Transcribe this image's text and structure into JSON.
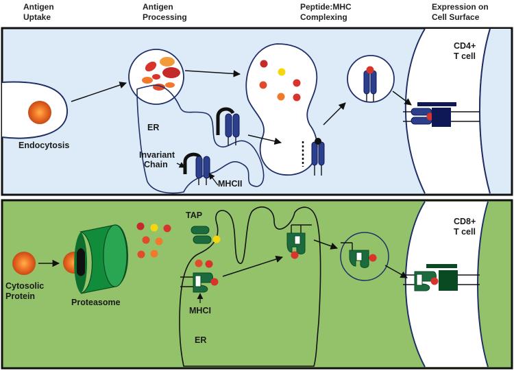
{
  "headers": {
    "col1": [
      "Antigen",
      "Uptake"
    ],
    "col2": [
      "Antigen",
      "Processing"
    ],
    "col3": [
      "Peptide:MHC",
      "Complexing"
    ],
    "col4": [
      "Expression on",
      "Cell Surface"
    ]
  },
  "top_panel": {
    "endocytosis": "Endocytosis",
    "er": "ER",
    "invariant_chain": [
      "Invariant",
      "Chain"
    ],
    "mhcii": "MHCII",
    "tcell": [
      "CD4+",
      "T cell"
    ]
  },
  "bottom_panel": {
    "cytosolic_protein": [
      "Cytosolic",
      "Protein"
    ],
    "proteasome": "Proteasome",
    "tap": "TAP",
    "mhci": "MHCI",
    "er": "ER",
    "tcell": [
      "CD8+",
      "T cell"
    ]
  },
  "colors": {
    "top_bg": "#dcebf7",
    "bottom_bg": "#93c26a",
    "mhc_blue": "#2b3f8c",
    "mhc_green": "#1c6b3e",
    "proteasome_green": "#118c3a",
    "outline": "#1f2f66",
    "peptide_red": "#d8342b",
    "peptide_orange": "#f2792b",
    "peptide_yellow": "#f5d70f",
    "tcr_navy": "#0e1857",
    "tcr_darkgreen": "#0a4a22"
  },
  "icons": [
    "antigen-particle-icon",
    "peptide-dot-icon",
    "mhc-molecule-icon",
    "tcr-icon",
    "proteasome-icon",
    "tap-transporter-icon"
  ]
}
